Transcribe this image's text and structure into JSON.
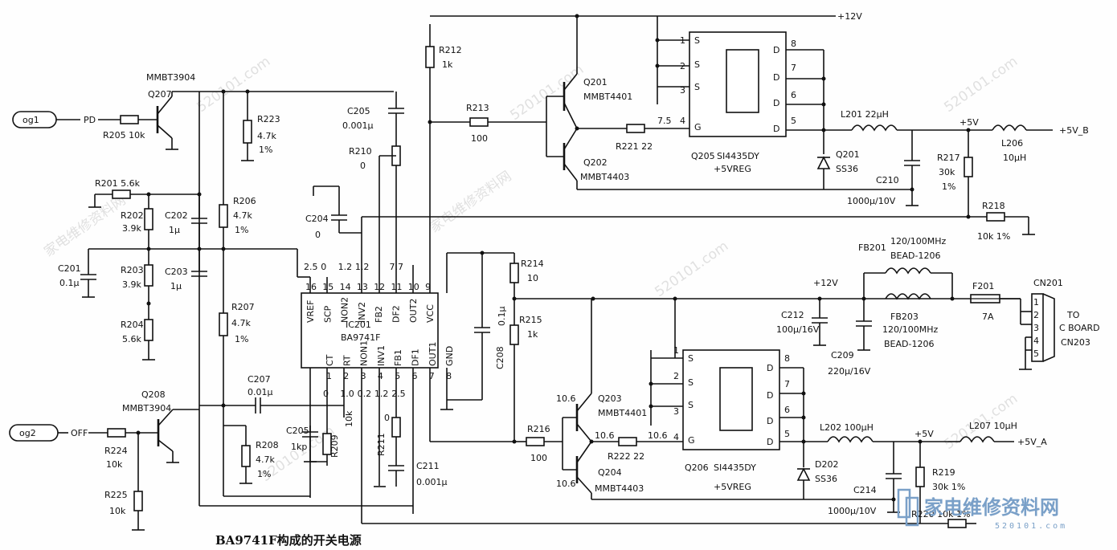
{
  "caption": "BA9741F构成的开关电源",
  "watermark": {
    "text_cn": "家电维修资料网",
    "text_url": "520101.com",
    "brand_cn": "家电维修资料网",
    "brand_url": "520101.com"
  },
  "ports": {
    "in1": "og1",
    "in2": "og2",
    "pd": "PD",
    "off": "OFF"
  },
  "rails": {
    "p12_top": "+12V",
    "p12_mid": "+12V",
    "p5v_top": "+5V",
    "p5v_top_out": "+5V_B",
    "p5v_bot": "+5V",
    "p5v_bot_out": "+5V_A"
  },
  "ic": {
    "ref": "IC201",
    "part": "BA9741F",
    "top_pins": [
      {
        "num": "16",
        "name": "VREF",
        "v": "2.5"
      },
      {
        "num": "15",
        "name": "SCP",
        "v": "0"
      },
      {
        "num": "14",
        "name": "NON2",
        "v": "1.2"
      },
      {
        "num": "13",
        "name": "INV2",
        "v": "1.2"
      },
      {
        "num": "12",
        "name": "FB2",
        "v": ""
      },
      {
        "num": "11",
        "name": "DF2",
        "v": "7.7"
      },
      {
        "num": "10",
        "name": "OUT2",
        "v": ""
      },
      {
        "num": "9",
        "name": "VCC",
        "v": ""
      }
    ],
    "bottom_pins": [
      {
        "num": "1",
        "name": "CT",
        "v": "0"
      },
      {
        "num": "2",
        "name": "RT",
        "v": "1.0"
      },
      {
        "num": "3",
        "name": "NON1",
        "v": "0.2"
      },
      {
        "num": "4",
        "name": "INV1",
        "v": "1.2"
      },
      {
        "num": "5",
        "name": "FB1",
        "v": "2.5"
      },
      {
        "num": "6",
        "name": "DF1",
        "v": ""
      },
      {
        "num": "7",
        "name": "OUT1",
        "v": ""
      },
      {
        "num": "8",
        "name": "GND",
        "v": ""
      }
    ]
  },
  "transistors": {
    "q207": {
      "ref": "Q207",
      "part": "MMBT3904"
    },
    "q208": {
      "ref": "Q208",
      "part": "MMBT3904"
    },
    "q201": {
      "ref": "Q201",
      "part": "MMBT4401"
    },
    "q202": {
      "ref": "Q202",
      "part": "MMBT4403"
    },
    "q203": {
      "ref": "Q203",
      "part": "MMBT4401"
    },
    "q204": {
      "ref": "Q204",
      "part": "MMBT4403"
    }
  },
  "mosfets": {
    "q205": {
      "ref": "Q205",
      "part": "SI4435DY",
      "note": "+5VREG",
      "gate_v": "7.5"
    },
    "q206": {
      "ref": "Q206",
      "part": "SI4435DY",
      "note": "+5VREG",
      "gate_v": "10.6"
    },
    "pin_labels_s": "S",
    "pin_labels_d": "D",
    "pin_label_g": "G"
  },
  "resistors": {
    "r201": "R201  5.6k",
    "r202": "R202",
    "r202v": "3.9k",
    "r203": "R203",
    "r203v": "3.9k",
    "r204": "R204",
    "r204v": "5.6k",
    "r205": "R205  10k",
    "r206": "R206",
    "r206v": "4.7k",
    "r206t": "1%",
    "r207": "R207",
    "r207v": "4.7k",
    "r207t": "1%",
    "r208": "R208",
    "r208v": "4.7k",
    "r208t": "1%",
    "r209": "R209",
    "r209v": "10k",
    "r210": "R210",
    "r210v": "0",
    "r211": "R211",
    "r211v": "0",
    "r212": "R212",
    "r212v": "1k",
    "r213": "R213",
    "r213v": "100",
    "r214": "R214",
    "r214v": "10",
    "r215": "R215",
    "r215v": "1k",
    "r216": "R216",
    "r216v": "100",
    "r217": "R217",
    "r217v": "30k",
    "r217t": "1%",
    "r218": "R218",
    "r218v": "10k  1%",
    "r219": "R219",
    "r219v": "30k  1%",
    "r220": "R220  10k  1%",
    "r221": "R221  22",
    "r222": "R222  22",
    "r223": "R223",
    "r223v": "4.7k",
    "r223t": "1%",
    "r224": "R224",
    "r224v": "10k",
    "r225": "R225",
    "r225v": "10k"
  },
  "capacitors": {
    "c201": "C201",
    "c201v": "0.1µ",
    "c202": "C202",
    "c202v": "1µ",
    "c203": "C203",
    "c203v": "1µ",
    "c204": "C204",
    "c204v": "0",
    "c205a": "C205",
    "c205av": "0.001µ",
    "c205b": "C205",
    "c205bv": "1kp",
    "c207": "C207",
    "c207v": "0.01µ",
    "c208": "C208",
    "c208v": "0.1µ",
    "c209": "C209",
    "c209v": "220µ/16V",
    "c210": "C210",
    "c210v": "1000µ/10V",
    "c211": "C211",
    "c211v": "0.001µ",
    "c212": "C212",
    "c212v": "100µ/16V",
    "c214": "C214",
    "c214v": "1000µ/10V"
  },
  "inductors": {
    "l201": "L201  22µH",
    "l202": "L202  100µH",
    "l206": "L206",
    "l206v": "10µH",
    "l207": "L207  10µH",
    "fb201": "FB201",
    "fb201v": "120/100MHz",
    "fb201p": "BEAD-1206",
    "fb203": "FB203",
    "fb203v": "120/100MHz",
    "fb203p": "BEAD-1206"
  },
  "diodes": {
    "d201": "Q201",
    "d201v": "SS36",
    "d202": "D202",
    "d202v": "SS36"
  },
  "fuse": {
    "ref": "F201",
    "value": "7A"
  },
  "connector": {
    "ref": "CN201",
    "to1": "TO",
    "to2": "C BOARD",
    "to3": "CN203",
    "pins": [
      "1",
      "2",
      "3",
      "4",
      "5"
    ]
  },
  "voltages": {
    "q203_b": "10.6",
    "q204_b": "10.6",
    "q203_e": "10.6",
    "r222_l": "10.6"
  }
}
